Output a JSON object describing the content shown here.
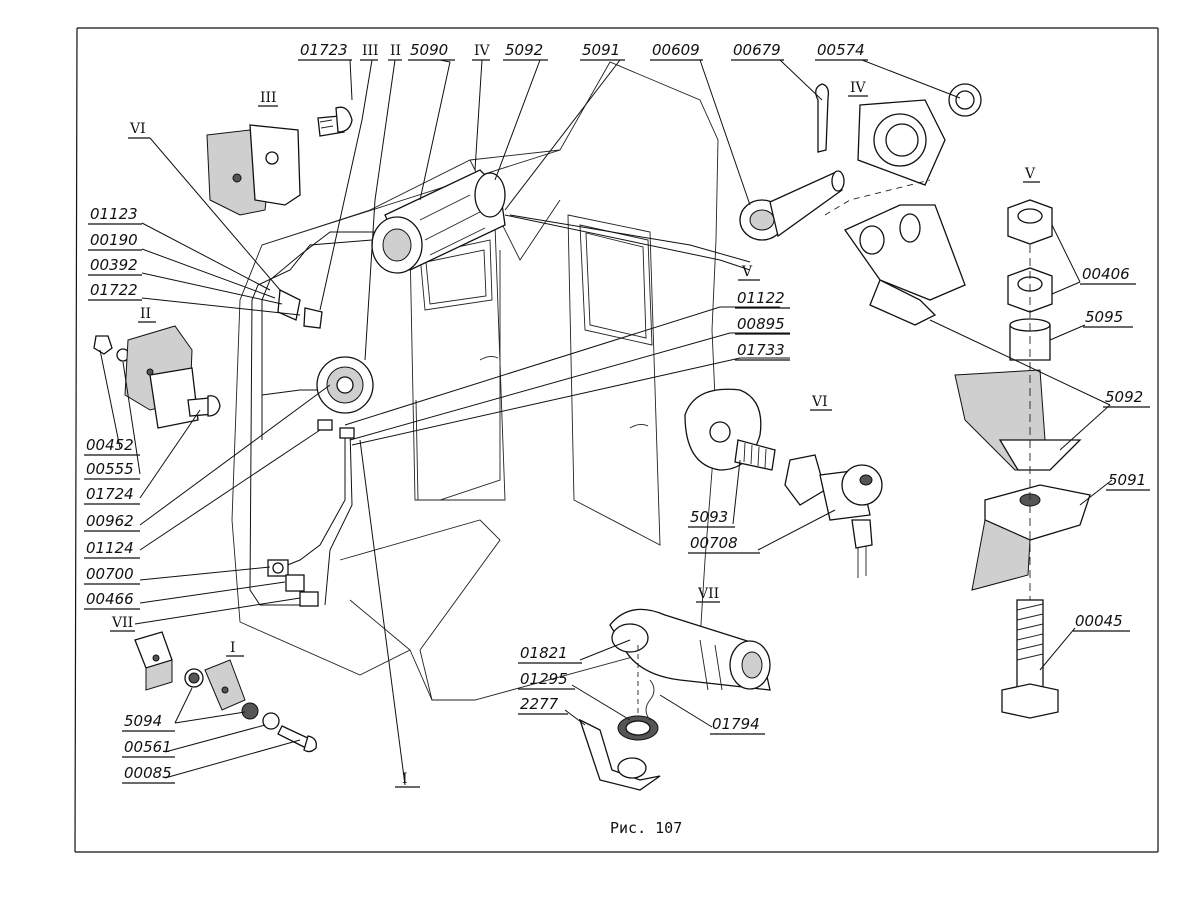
{
  "caption": "Рис. 107",
  "callouts": [
    "01723",
    "5090",
    "5092",
    "5091",
    "00609",
    "00679",
    "00574",
    "01123",
    "00190",
    "00392",
    "01722",
    "01122",
    "00895",
    "01733",
    "00452",
    "00555",
    "01724",
    "00962",
    "01124",
    "00700",
    "00466",
    "5094",
    "00561",
    "00085",
    "00406",
    "5095",
    "5092",
    "5091",
    "00045",
    "5093",
    "00708",
    "01821",
    "01295",
    "2277",
    "01794"
  ],
  "romans": [
    "III",
    "II",
    "IV",
    "III",
    "VI",
    "II",
    "IV",
    "V",
    "V",
    "VI",
    "VII",
    "VII",
    "I",
    "I"
  ]
}
